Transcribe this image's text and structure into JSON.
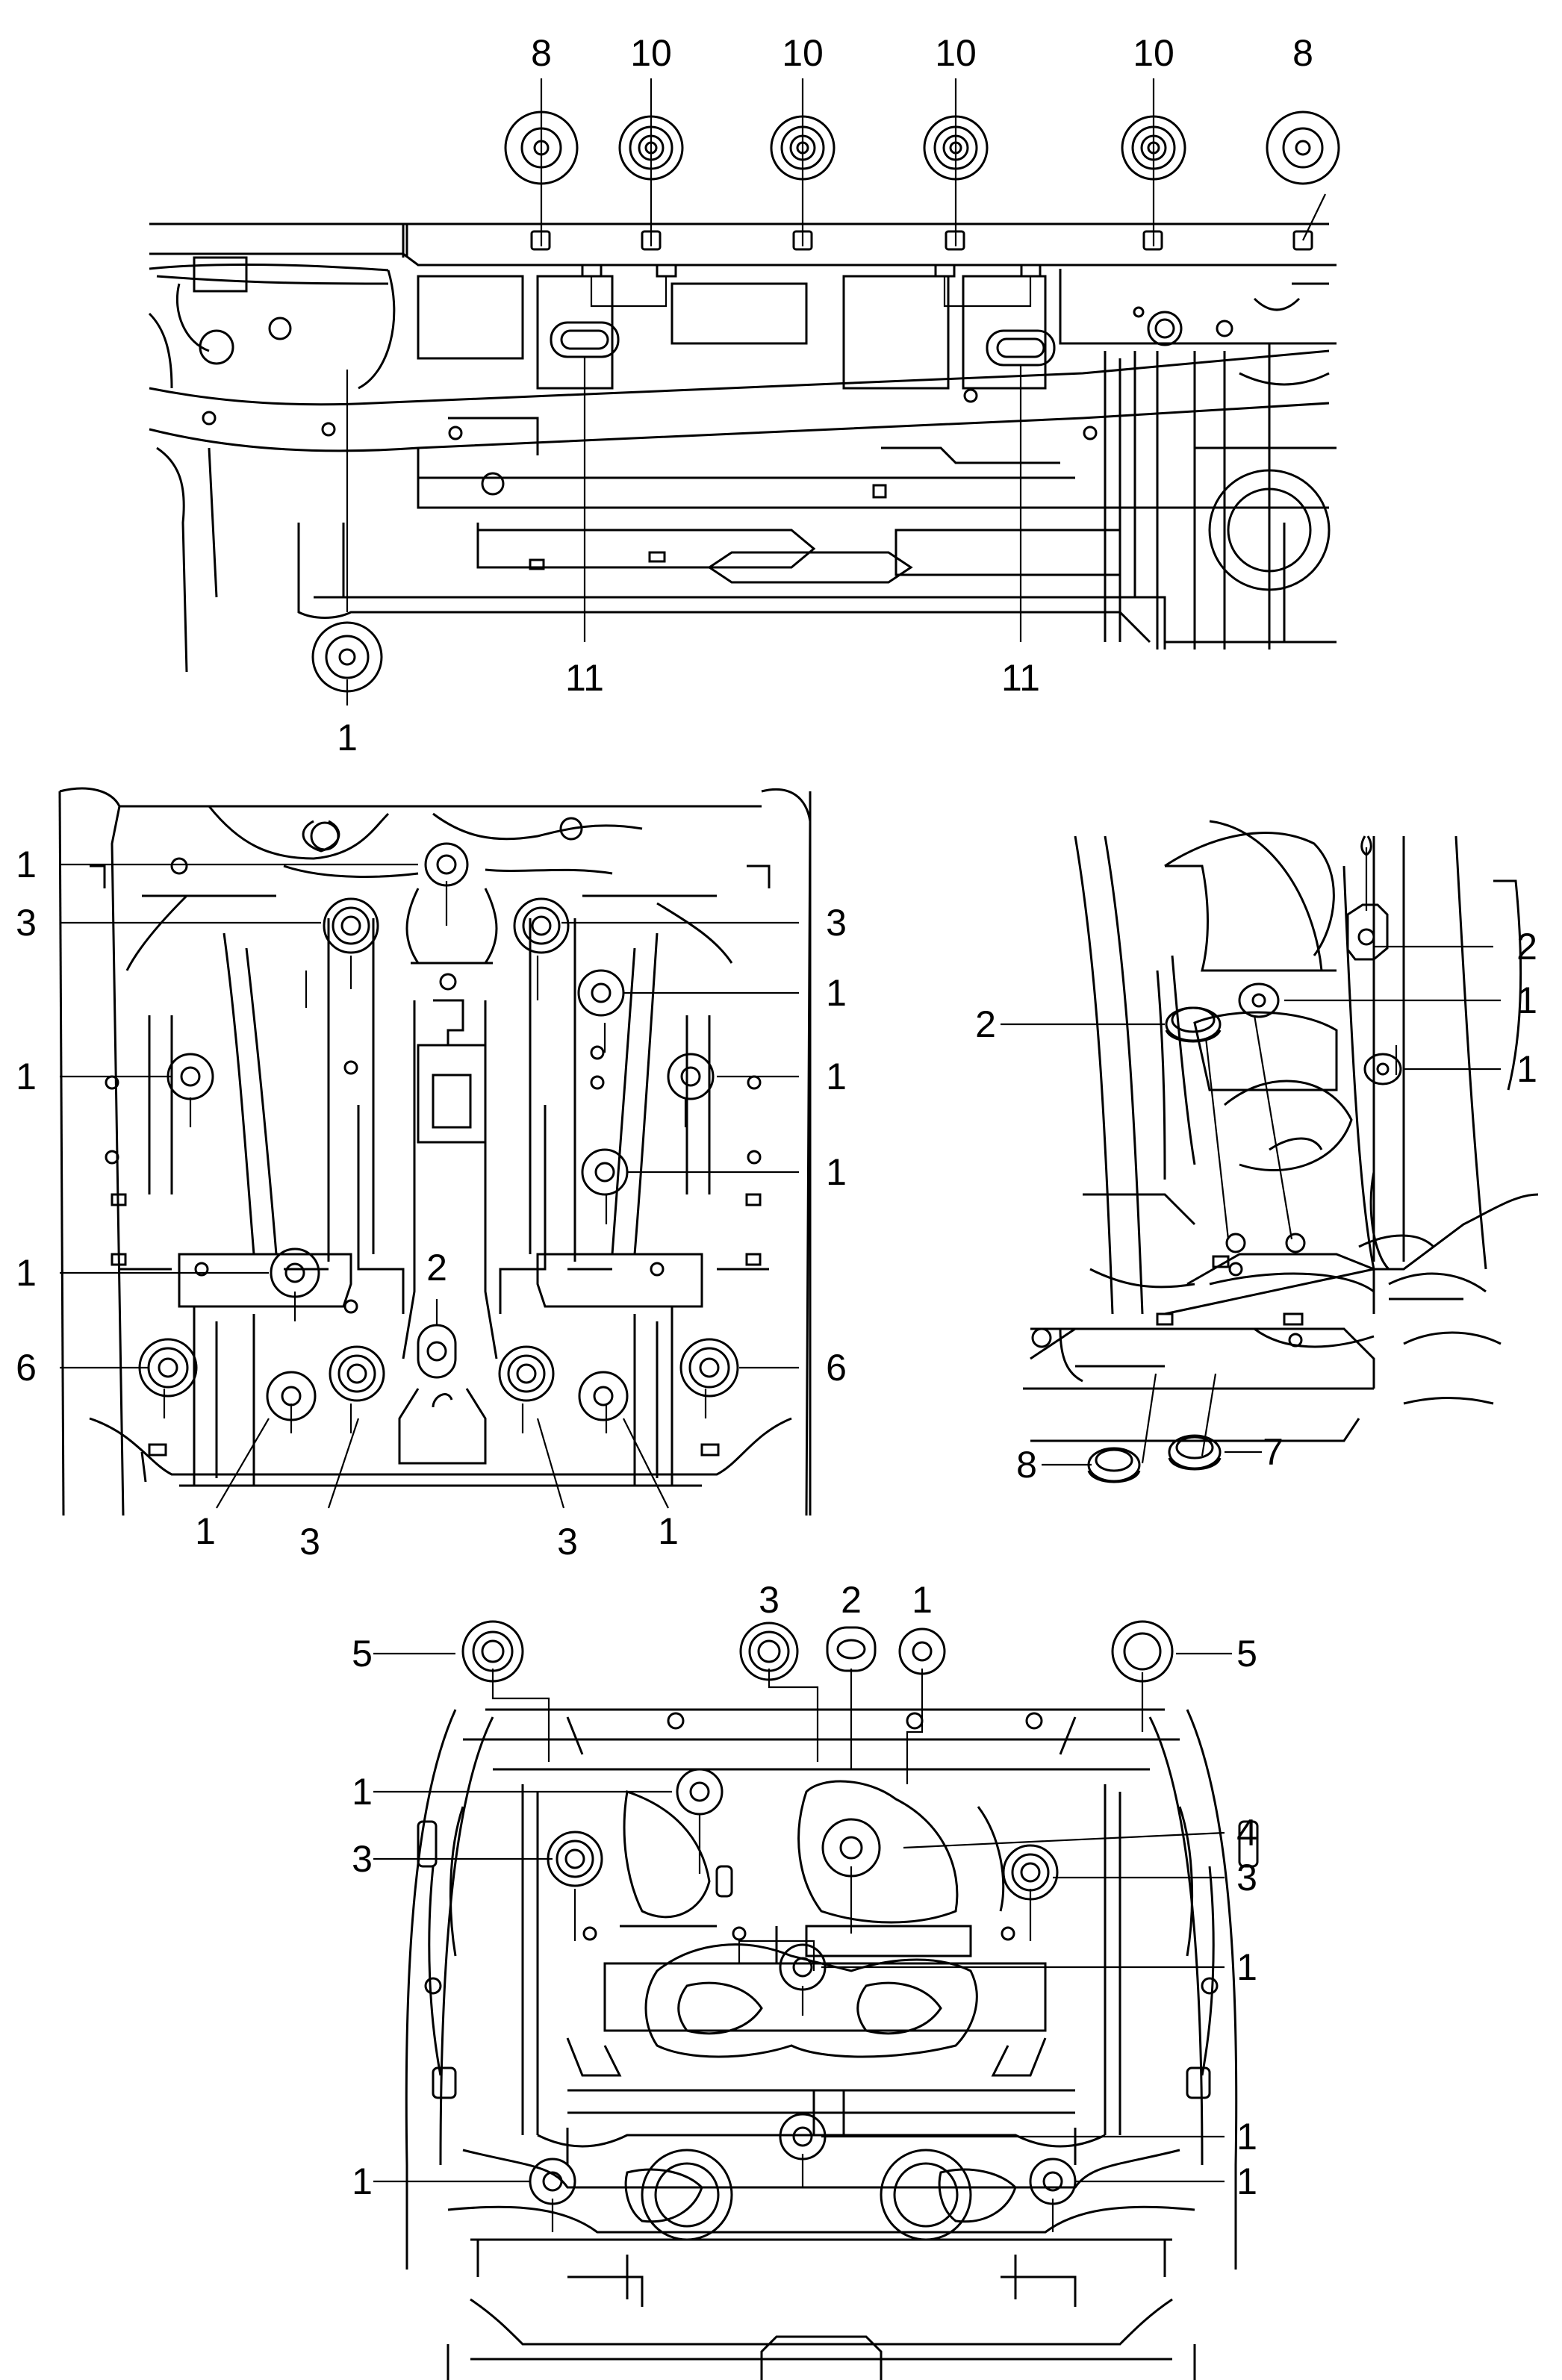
{
  "views": [
    {
      "id": "front-rail",
      "callouts": [
        "8",
        "10",
        "10",
        "10",
        "10",
        "8",
        "11",
        "11",
        "1"
      ]
    },
    {
      "id": "floor-center",
      "callouts": [
        "1",
        "3",
        "3",
        "1",
        "1",
        "1",
        "1",
        "1",
        "2",
        "6",
        "6",
        "1",
        "3",
        "3",
        "1"
      ]
    },
    {
      "id": "side-detail",
      "callouts": [
        "2",
        "2",
        "1",
        "1",
        "8",
        "7"
      ]
    },
    {
      "id": "rear-floor",
      "callouts": [
        "3",
        "2",
        "1",
        "5",
        "5",
        "1",
        "4",
        "3",
        "3",
        "1",
        "1",
        "1",
        "1"
      ]
    }
  ]
}
